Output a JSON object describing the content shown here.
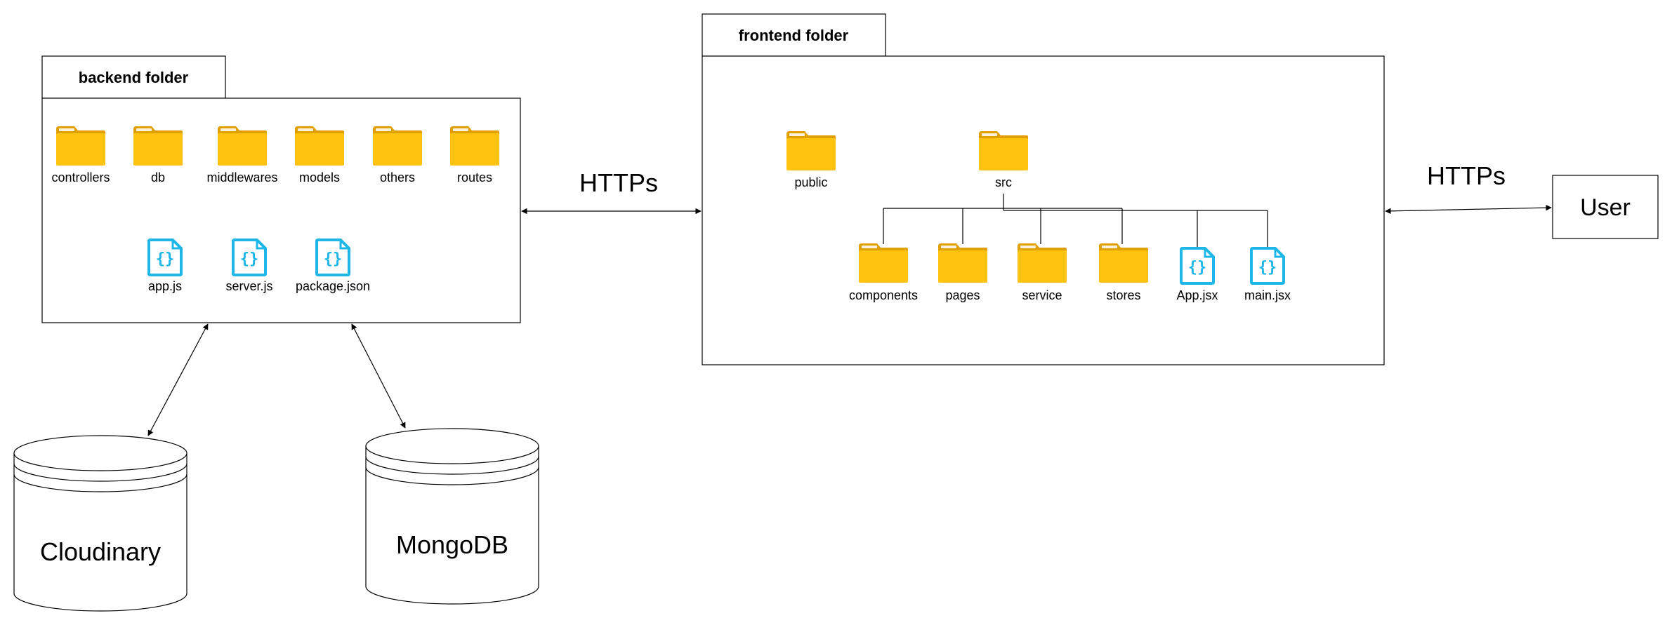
{
  "backend": {
    "title": "backend folder",
    "folders": [
      "controllers",
      "db",
      "middlewares",
      "models",
      "others",
      "routes"
    ],
    "files": [
      "app.js",
      "server.js",
      "package.json"
    ]
  },
  "frontend": {
    "title": "frontend folder",
    "top_folders": [
      "public",
      "src"
    ],
    "src_folders": [
      "components",
      "pages",
      "service",
      "stores"
    ],
    "src_files": [
      "App.jsx",
      "main.jsx"
    ]
  },
  "connections": {
    "backend_frontend_label": "HTTPs",
    "frontend_user_label": "HTTPs"
  },
  "user": {
    "label": "User"
  },
  "databases": [
    {
      "name": "Cloudinary"
    },
    {
      "name": "MongoDB"
    }
  ],
  "colors": {
    "folder_body": "#FFC20E",
    "folder_tab": "#E0A100",
    "file_icon": "#1FB6E8"
  }
}
